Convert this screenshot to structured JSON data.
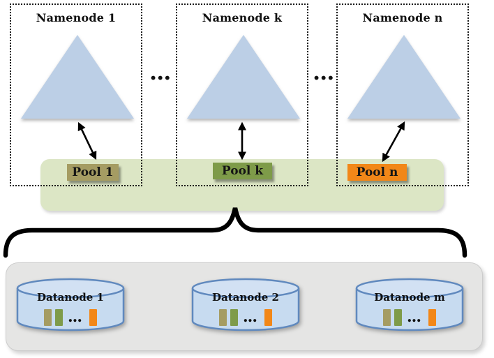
{
  "namenode_layer": {
    "nodes": [
      {
        "label": "Namenode 1"
      },
      {
        "label": "Namenode k"
      },
      {
        "label": "Namenode n"
      }
    ],
    "separator": "...",
    "triangle_color": "#bccfe6"
  },
  "pool_layer": {
    "bar_color": "#dce6c5",
    "pools": [
      {
        "label": "Pool 1",
        "color": "#a59c63"
      },
      {
        "label": "Pool k",
        "color": "#7e9b49"
      },
      {
        "label": "Pool n",
        "color": "#f28718"
      }
    ]
  },
  "connector": {
    "color": "#000000"
  },
  "datanode_layer": {
    "panel_color": "#e5e5e4",
    "cylinder_fill": "#c7dbf0",
    "cylinder_top_fill": "#d2e1f3",
    "cylinder_border": "#6089be",
    "block_ellipsis": "...",
    "block_colors": {
      "pool1": "#a59c63",
      "poolk": "#7e9b49",
      "pooln": "#f28718"
    },
    "nodes": [
      {
        "label": "Datanode 1"
      },
      {
        "label": "Datanode 2"
      },
      {
        "label": "Datanode m"
      }
    ]
  }
}
